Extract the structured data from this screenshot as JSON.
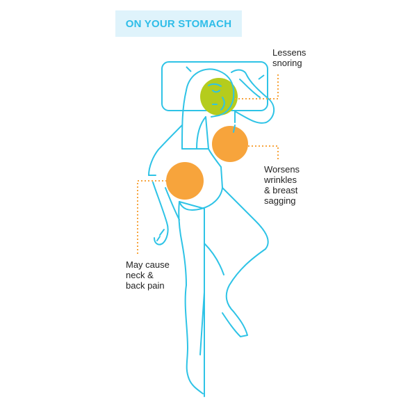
{
  "title": "ON YOUR STOMACH",
  "labels": {
    "snoring": [
      "Lessens",
      "snoring"
    ],
    "wrinkles": [
      "Worsens",
      "wrinkles",
      "& breast",
      "sagging"
    ],
    "pain": [
      "May cause",
      "neck &",
      "back pain"
    ]
  },
  "colors": {
    "outline": "#2ec3e6",
    "title_bg": "#dff3fb",
    "title_text": "#2fbde8",
    "green_zone": "#b5cc1d",
    "orange_zone": "#f7a43c",
    "leader": "#f7a43c"
  }
}
